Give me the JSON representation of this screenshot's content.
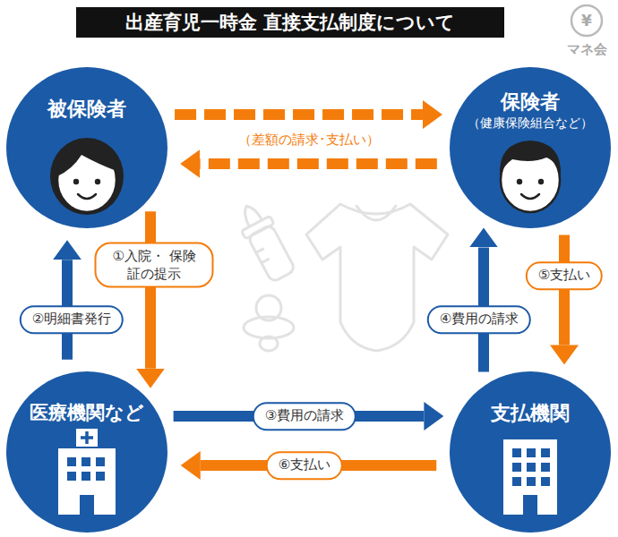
{
  "diagram": {
    "title": "出産育児一時金 直接支払制度について",
    "nodes": [
      {
        "text": [
          "被保険者"
        ]
      },
      {
        "text": [
          "保険者",
          "（健康保険組合など）"
        ]
      },
      {
        "text": [
          "医療機関など"
        ]
      },
      {
        "text": [
          "支払機関"
        ]
      }
    ],
    "edges": [
      {
        "from": 0,
        "to": 1,
        "arrow": "to",
        "label": "（差額の請求･支払い）"
      },
      {
        "from": 1,
        "to": 0,
        "arrow": "to"
      },
      {
        "from": 0,
        "to": 2,
        "arrow": "to",
        "label": "①入院・ 保険証の提示"
      },
      {
        "from": 2,
        "to": 0,
        "arrow": "to",
        "label": "②明細書発行"
      },
      {
        "from": 2,
        "to": 3,
        "arrow": "to",
        "label": "③費用の請求"
      },
      {
        "from": 3,
        "to": 1,
        "arrow": "to",
        "label": "④費用の請求"
      },
      {
        "from": 1,
        "to": 3,
        "arrow": "to",
        "label": "⑤支払い"
      },
      {
        "from": 3,
        "to": 2,
        "arrow": "to",
        "label": "⑥支払い"
      }
    ],
    "labels": [
      "¥",
      "マネ会"
    ]
  }
}
